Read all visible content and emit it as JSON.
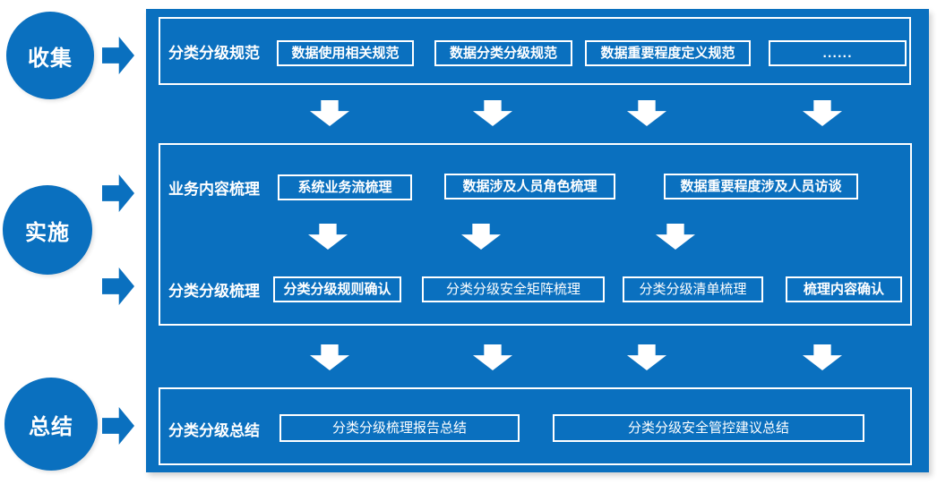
{
  "colors": {
    "panel_blue": "#0a70bf",
    "border_white": "#ffffff",
    "text_white": "#ffffff",
    "page_background": "#ffffff"
  },
  "stages": [
    {
      "label": "收集"
    },
    {
      "label": "实施"
    },
    {
      "label": "总结"
    }
  ],
  "specs_row": {
    "label": "分类分级规范",
    "items": [
      "数据使用相关规范",
      "数据分类分级规范",
      "数据重要程度定义规范",
      "......"
    ]
  },
  "business_row": {
    "label": "业务内容梳理",
    "items": [
      "系统业务流梳理",
      "数据涉及人员角色梳理",
      "数据重要程度涉及人员访谈"
    ]
  },
  "sorting_row": {
    "label": "分类分级梳理",
    "items": [
      "分类分级规则确认",
      "分类分级安全矩阵梳理",
      "分类分级清单梳理",
      "梳理内容确认"
    ]
  },
  "summary_row": {
    "label": "分类分级总结",
    "items": [
      "分类分级梳理报告总结",
      "分类分级安全管控建议总结"
    ]
  }
}
